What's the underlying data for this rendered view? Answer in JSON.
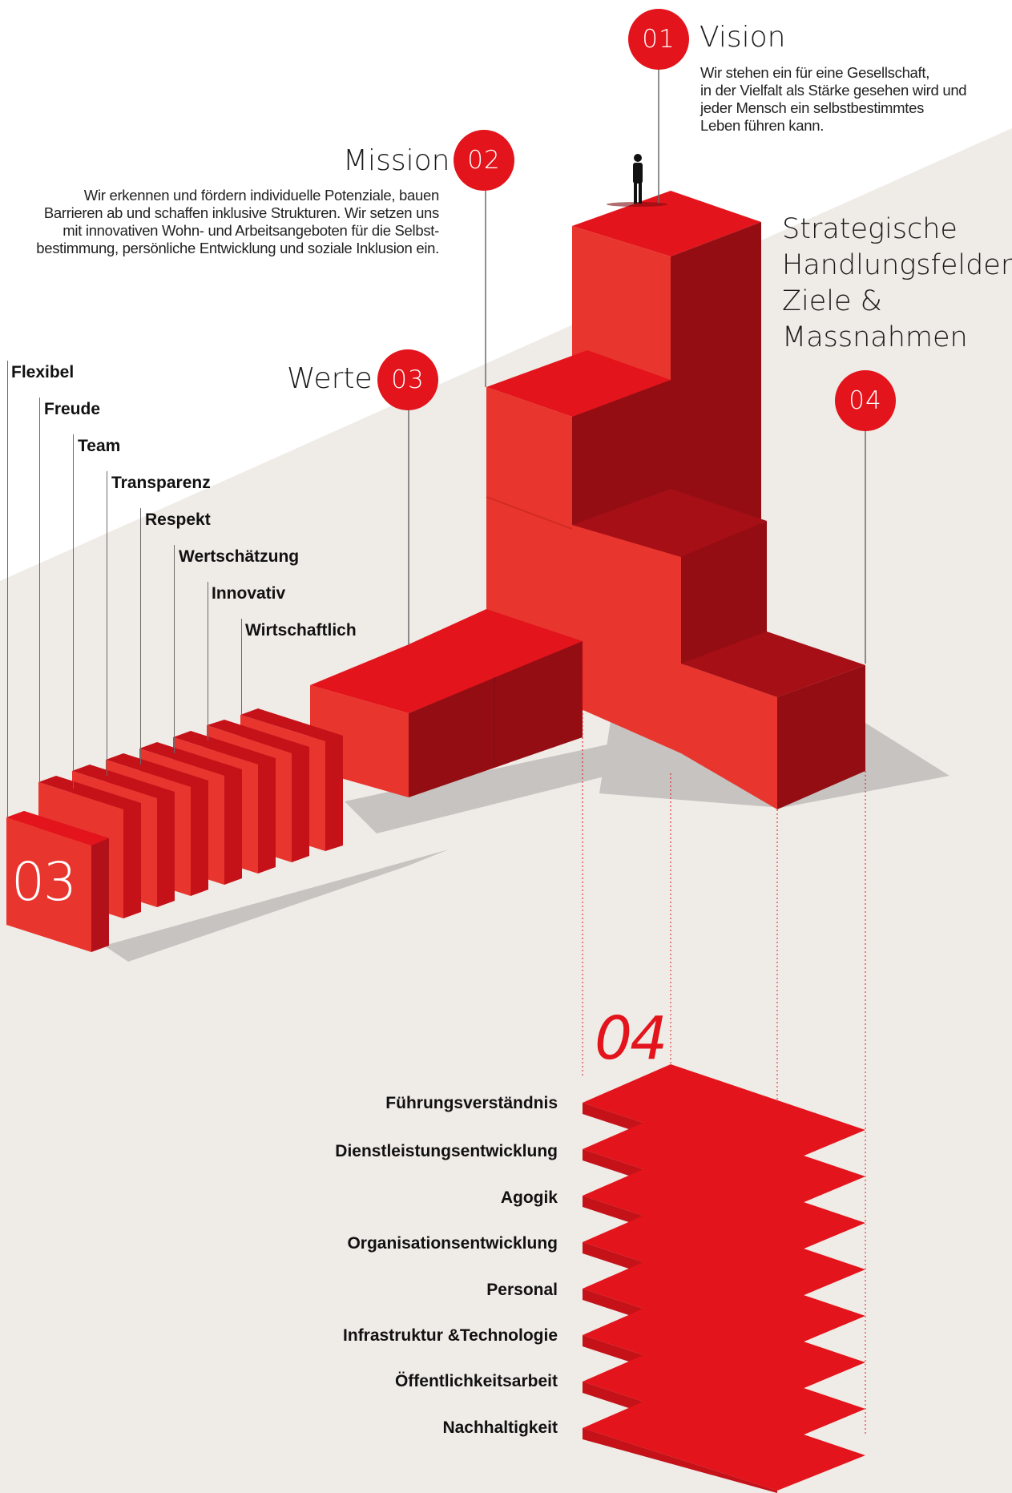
{
  "vision": {
    "number": "01",
    "title": "Vision",
    "text": [
      "Wir stehen ein für eine Gesellschaft,",
      "in der Vielfalt als Stärke gesehen wird und",
      "jeder Mensch ein selbstbestimmtes",
      "Leben führen kann."
    ]
  },
  "mission": {
    "number": "02",
    "title": "Mission",
    "text": [
      "Wir erkennen und fördern individuelle Potenziale, bauen",
      "Barrieren ab und schaffen inklusive Strukturen. Wir setzen uns",
      "mit innovativen Wohn- und Arbeitsangeboten für die Selbst-",
      "bestimmung, persönliche Entwicklung und soziale Inklusion ein."
    ]
  },
  "werte": {
    "number": "03",
    "title": "Werte",
    "big_label": "03",
    "items": [
      "Flexibel",
      "Freude",
      "Team",
      "Transparenz",
      "Respekt",
      "Wertschätzung",
      "Innovativ",
      "Wirtschaftlich"
    ]
  },
  "strategie": {
    "number": "04",
    "title": [
      "Strategische",
      "Handlungsfelder,",
      "Ziele &",
      "Massnahmen"
    ],
    "big_label": "04",
    "fields": [
      "Führungsverständnis",
      "Dienstleistungsentwicklung",
      "Agogik",
      "Organisationsentwicklung",
      "Personal",
      "Infrastruktur &Technologie",
      "Öffentlichkeitsarbeit",
      "Nachhaltigkeit"
    ]
  },
  "colors": {
    "red_top": "#e3141b",
    "red_front": "#e8352e",
    "red_side": "#940d13",
    "shadow": "#c3c0bd",
    "background_band": "#efebe7"
  }
}
